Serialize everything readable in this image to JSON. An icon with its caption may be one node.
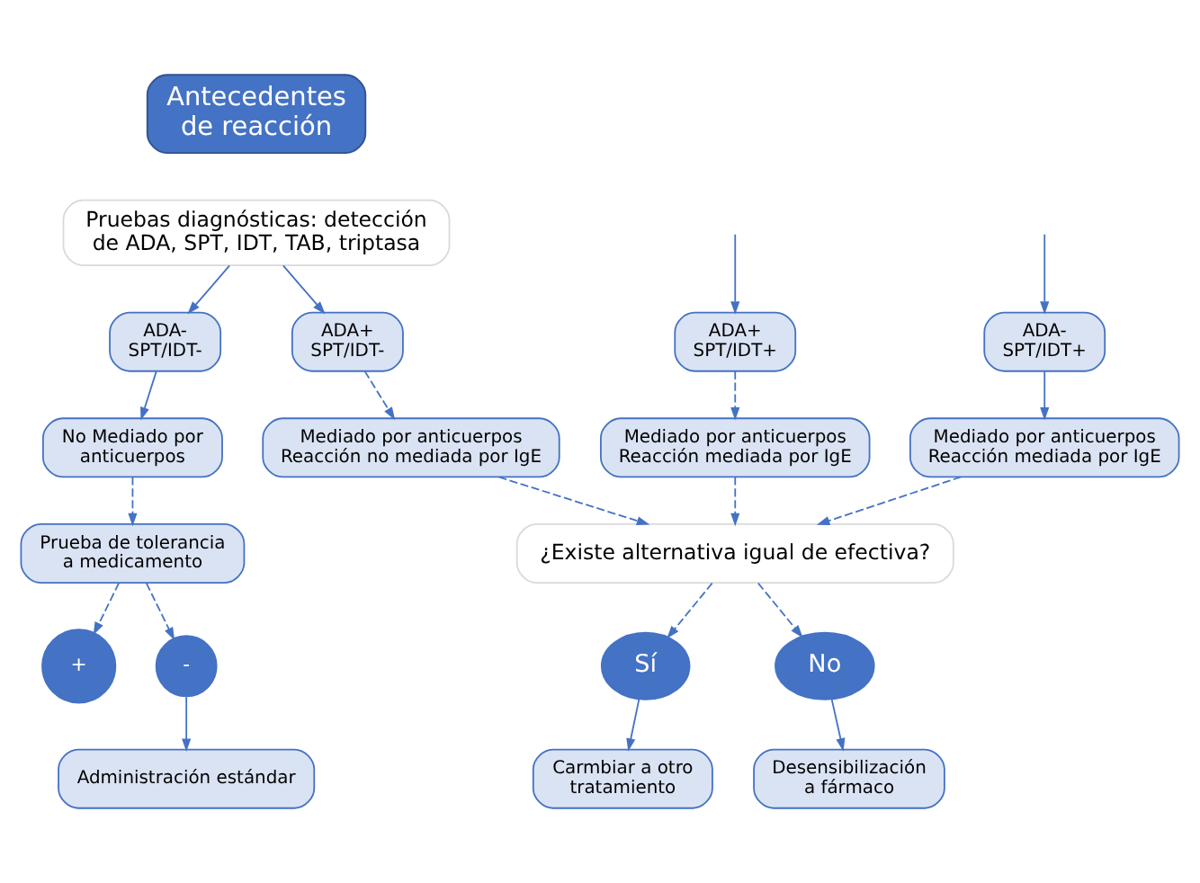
{
  "diagram": {
    "nodes": [
      {
        "text": [
          "Antecedentes de reacción"
        ]
      },
      {
        "text": [
          "Pruebas diagnósticas: detección de ADA, SPT, IDT, TAB, triptasa"
        ]
      },
      {
        "text": [
          "ADA+ SPT/IDT+"
        ]
      },
      {
        "text": [
          "ADA+ SPT/IDT-"
        ]
      },
      {
        "text": [
          "ADA- SPT/IDT+"
        ]
      },
      {
        "text": [
          "ADA- SPT/IDT-"
        ]
      },
      {
        "text": [
          "Mediado por anticuerpos Reacción mediada por IgE"
        ]
      },
      {
        "text": [
          "Mediado por anticuerpos Reacción no mediada por IgE"
        ]
      },
      {
        "text": [
          "Mediado por anticuerpos Reacción mediada por IgE"
        ]
      },
      {
        "text": [
          "No Mediado por anticuerpos"
        ]
      },
      {
        "text": [
          "¿Existe alternativa igual de efectiva?"
        ]
      },
      {
        "text": [
          "Sí"
        ]
      },
      {
        "text": [
          "No"
        ]
      },
      {
        "text": [
          "Carmbiar a otro tratamiento"
        ]
      },
      {
        "text": [
          "Desensibilización a fármaco"
        ]
      },
      {
        "text": [
          "Prueba de tolerancia a medicamento"
        ]
      },
      {
        "text": [
          "+"
        ]
      },
      {
        "text": [
          "-"
        ]
      },
      {
        "text": [
          "Administración estándar"
        ]
      }
    ],
    "edges": [
      {
        "from": 1,
        "to": 3,
        "arrow": "to"
      },
      {
        "from": 1,
        "to": 5,
        "arrow": "to"
      },
      {
        "from": null,
        "to": 2,
        "arrow": "to"
      },
      {
        "from": null,
        "to": 4,
        "arrow": "to"
      },
      {
        "from": 2,
        "to": 6,
        "arrow": "to",
        "style": "dashed"
      },
      {
        "from": 3,
        "to": 7,
        "arrow": "to",
        "style": "dashed"
      },
      {
        "from": 4,
        "to": 8,
        "arrow": "to"
      },
      {
        "from": 5,
        "to": 9,
        "arrow": "to"
      },
      {
        "from": 6,
        "to": 10,
        "arrow": "to",
        "style": "dashed"
      },
      {
        "from": 7,
        "to": 10,
        "arrow": "to",
        "style": "dashed"
      },
      {
        "from": 8,
        "to": 10,
        "arrow": "to",
        "style": "dashed"
      },
      {
        "from": 9,
        "to": 15,
        "arrow": "to",
        "style": "dashed"
      },
      {
        "from": 10,
        "to": 11,
        "arrow": "to",
        "style": "dashed"
      },
      {
        "from": 10,
        "to": 12,
        "arrow": "to",
        "style": "dashed"
      },
      {
        "from": 11,
        "to": 13,
        "arrow": "to"
      },
      {
        "from": 12,
        "to": 14,
        "arrow": "to"
      },
      {
        "from": 15,
        "to": 16,
        "arrow": "to",
        "style": "dashed"
      },
      {
        "from": 15,
        "to": 17,
        "arrow": "to",
        "style": "dashed"
      },
      {
        "from": 17,
        "to": 18,
        "arrow": "to"
      }
    ]
  }
}
